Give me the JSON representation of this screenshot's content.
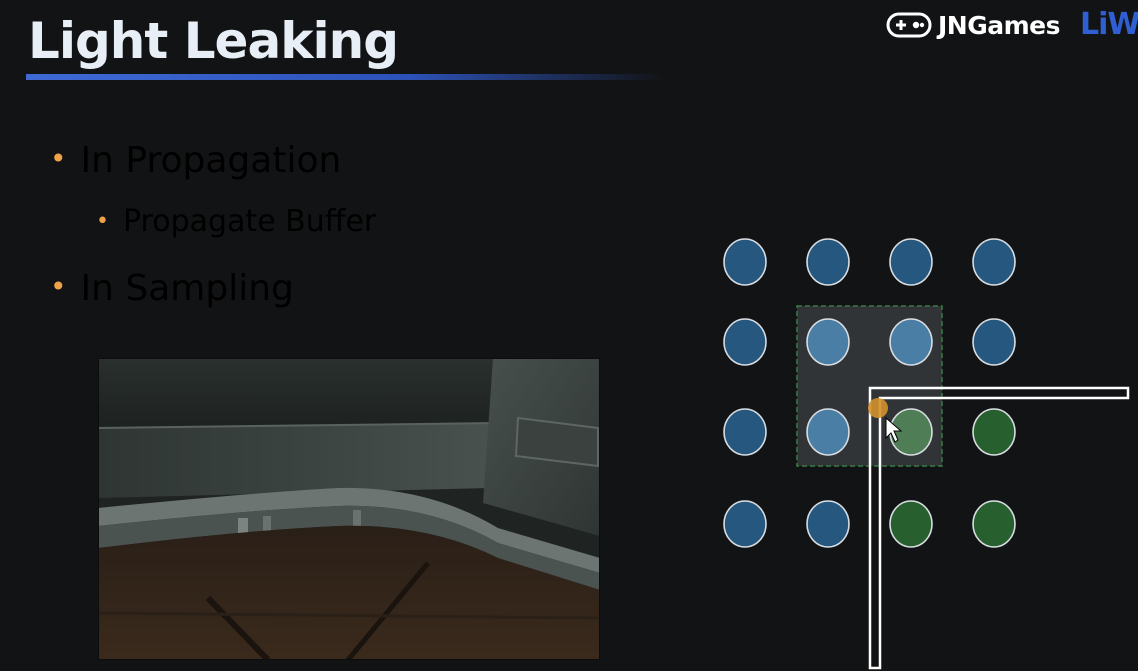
{
  "slide": {
    "title": "Light Leaking",
    "bullets": [
      {
        "text": "In Propagation",
        "level": 1
      },
      {
        "text": "Propagate Buffer",
        "level": 2
      },
      {
        "text": "In Sampling",
        "level": 1
      }
    ]
  },
  "branding": {
    "logo_text": "JNGames",
    "secondary_logo_text": "LiW",
    "controller_icon": "gamepad-icon"
  },
  "diagram": {
    "grid_rows": 4,
    "grid_cols": 4,
    "cell_colors": [
      [
        "blue",
        "blue",
        "blue",
        "blue"
      ],
      [
        "blue",
        "blue",
        "blue",
        "blue"
      ],
      [
        "blue",
        "blue",
        "green",
        "green"
      ],
      [
        "blue",
        "blue",
        "green",
        "green"
      ]
    ],
    "highlighted_cells": [
      [
        1,
        1
      ],
      [
        1,
        2
      ],
      [
        2,
        1
      ],
      [
        2,
        2
      ]
    ],
    "sample_point_color": "#d4902c",
    "colors": {
      "blue": "#25577f",
      "blue_highlight": "#4a7ea5",
      "green": "#285f2e",
      "green_highlight": "#4f7d55",
      "wall": "#ffffff",
      "accent": "#f0a24a",
      "title_underline": "#3e6ad6"
    }
  },
  "scene_image": {
    "description_icon": "game-screenshot-image"
  }
}
